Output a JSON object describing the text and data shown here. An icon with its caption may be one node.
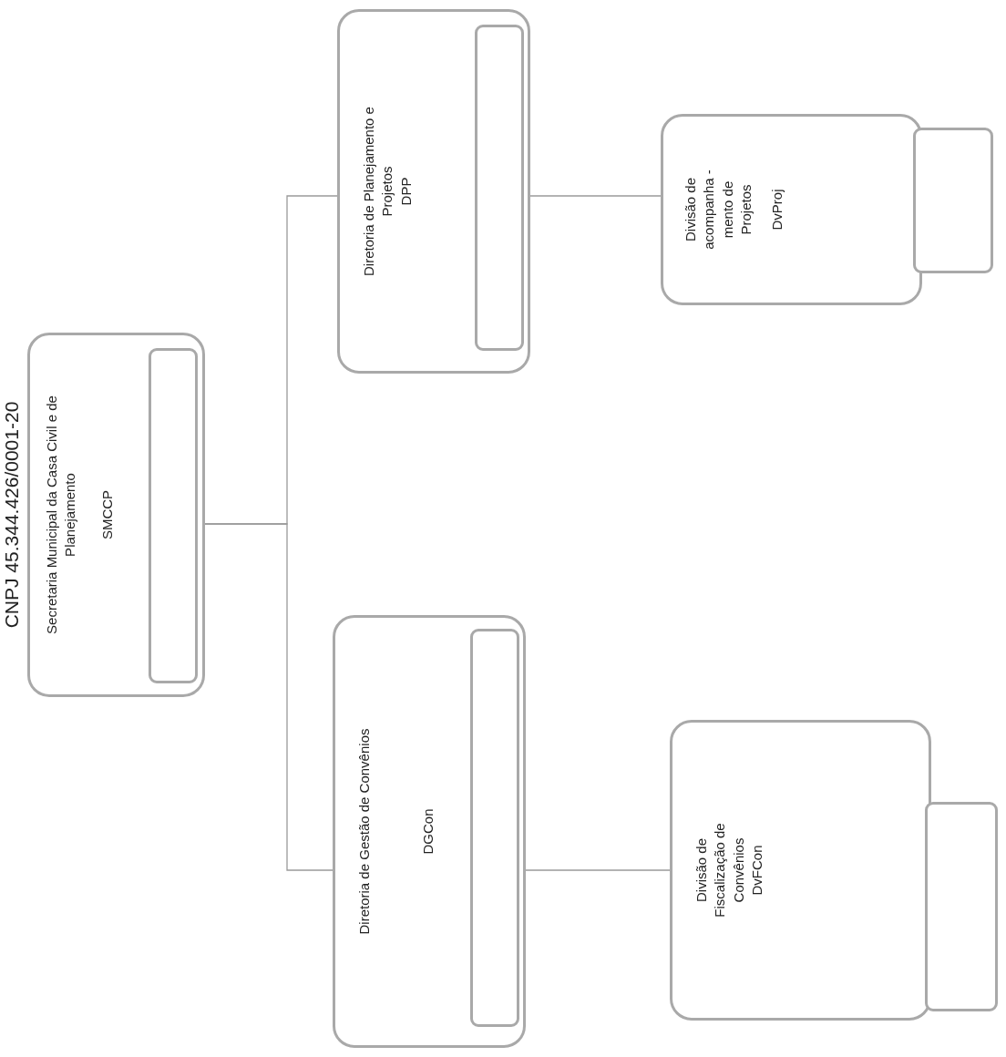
{
  "diagram": {
    "nodes": [
      {
        "text": [
          "Secretaria Municipal da Casa Civil e de Planejamento",
          "SMCCP"
        ]
      },
      {
        "text": [],
        "shape": "box",
        "in": 0
      },
      {
        "text": [
          "Diretoria de Gestão de Convênios",
          "DGCon"
        ]
      },
      {
        "text": [],
        "shape": "box",
        "in": 2
      },
      {
        "text": [
          "Diretoria de Planejamento e Projetos",
          "DPP"
        ]
      },
      {
        "text": [],
        "shape": "box",
        "in": 4
      },
      {
        "text": [
          "Divisão de Fiscalização de Convênios",
          "DvFCon"
        ]
      },
      {
        "text": [],
        "shape": "box"
      },
      {
        "text": [
          "Divisão de acompanha -mento de Projetos",
          "DvProj"
        ]
      },
      {
        "text": [],
        "shape": "box"
      }
    ],
    "edges": [
      {
        "from": 0,
        "to": 2,
        "arrow": "none"
      },
      {
        "from": 0,
        "to": 4,
        "arrow": "none"
      },
      {
        "from": 2,
        "to": 6,
        "arrow": "none"
      },
      {
        "from": 4,
        "to": 8,
        "arrow": "none"
      }
    ],
    "labels": [
      "CNPJ 45.344.426/0001-20"
    ]
  }
}
